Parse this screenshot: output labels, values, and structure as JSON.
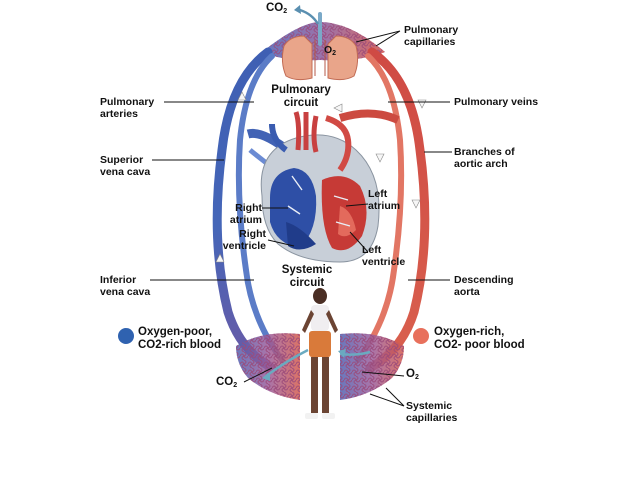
{
  "labels": {
    "co2_top": "CO2",
    "o2_top": "O2",
    "pulmonary_capillaries": [
      "Pulmonary",
      "capillaries"
    ],
    "pulmonary_arteries": [
      "Pulmonary",
      "arteries"
    ],
    "pulmonary_circuit": [
      "Pulmonary",
      "circuit"
    ],
    "pulmonary_veins": "Pulmonary veins",
    "superior_vena_cava": [
      "Superior",
      "vena cava"
    ],
    "branches_aortic_arch": [
      "Branches of",
      "aortic arch"
    ],
    "right_atrium": [
      "Right",
      "atrium"
    ],
    "left_atrium": [
      "Left",
      "atrium"
    ],
    "right_ventricle": [
      "Right",
      "ventricle"
    ],
    "left_ventricle": [
      "Left",
      "ventricle"
    ],
    "systemic_circuit": [
      "Systemic",
      "circuit"
    ],
    "inferior_vena_cava": [
      "Inferior",
      "vena cava"
    ],
    "descending_aorta": [
      "Descending",
      "aorta"
    ],
    "co2_bottom": "CO2",
    "o2_bottom": "O2",
    "systemic_capillaries": [
      "Systemic",
      "capillaries"
    ]
  },
  "legend": {
    "oxygen_poor": {
      "line1": "Oxygen-poor,",
      "line2": "CO2-rich blood",
      "color": "#2f62b0"
    },
    "oxygen_rich": {
      "line1": "Oxygen-rich,",
      "line2": "CO2- poor blood",
      "color": "#e8705c"
    }
  },
  "colors": {
    "deoxygenated": "#4a66b8",
    "oxygenated": "#de5a4a",
    "capillary": "#7a5aa0"
  }
}
